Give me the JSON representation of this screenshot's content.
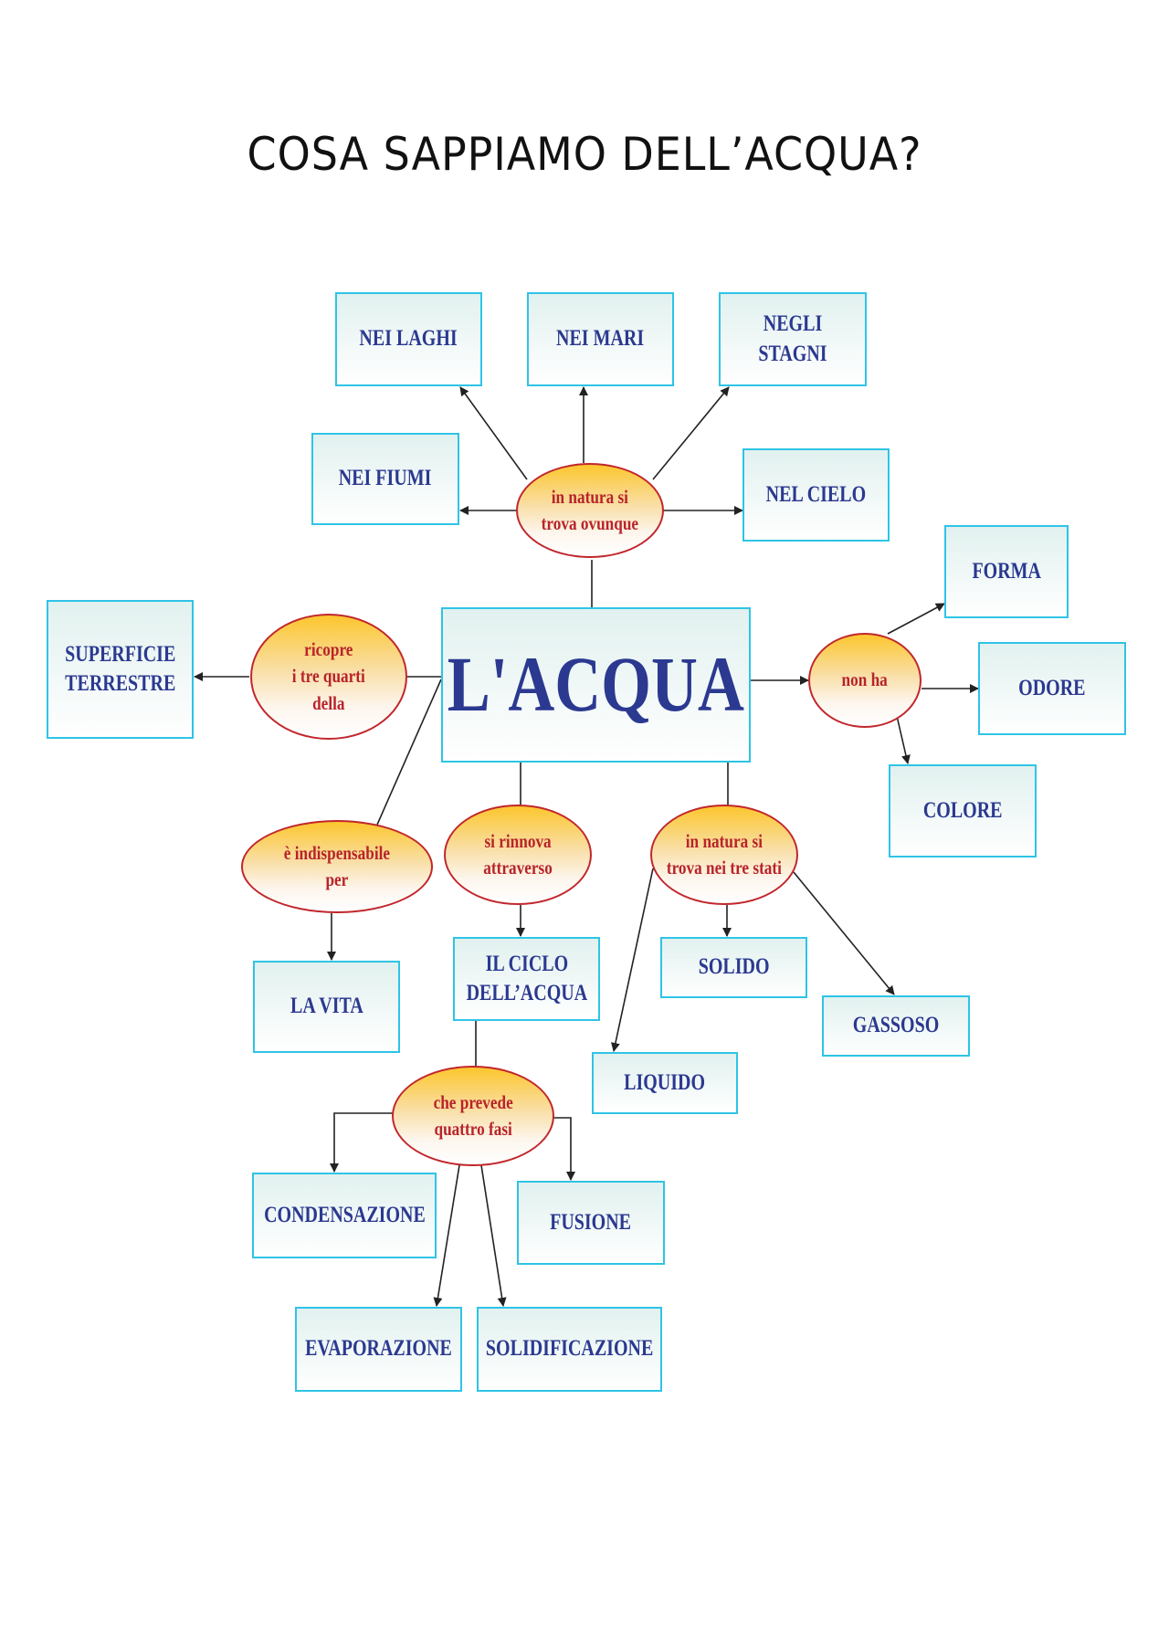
{
  "title": "COSA SAPPIAMO DELL’ACQUA?",
  "center": "L'ACQUA",
  "connectors": {
    "ovunque": "in natura si\ntrova ovunque",
    "ricopre": "ricopre\ni tre quarti\ndella",
    "non_ha": "non ha",
    "indispensabile": "è indispensabile\nper",
    "rinnova": "si rinnova\nattraverso",
    "tre_stati": "in natura si\ntrova nei tre stati",
    "prevede": "che prevede\nquattro fasi"
  },
  "nodes": {
    "laghi": "NEI LAGHI",
    "mari": "NEI MARI",
    "stagni": "NEGLI STAGNI",
    "fiumi": "NEI FIUMI",
    "cielo": "NEL CIELO",
    "superficie": "SUPERFICIE\nTERRESTRE",
    "forma": "FORMA",
    "odore": "ODORE",
    "colore": "COLORE",
    "vita": "LA VITA",
    "ciclo": "IL CICLO\nDELL’ACQUA",
    "solido": "SOLIDO",
    "gassoso": "GASSOSO",
    "liquido": "LIQUIDO",
    "condensazione": "CONDENSAZIONE",
    "fusione": "FUSIONE",
    "evaporazione": "EVAPORAZIONE",
    "solidificazione": "SOLIDIFICAZIONE"
  },
  "colors": {
    "box_border": "#2ec4e6",
    "box_text": "#2b3990",
    "ellipse_border": "#c1272d",
    "ellipse_text": "#b8232b"
  }
}
